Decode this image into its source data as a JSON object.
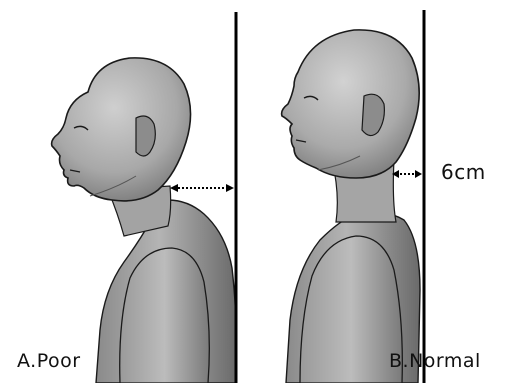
{
  "labels": {
    "figure_a": "A.Poor",
    "figure_b": "B.Normal",
    "distance_b": "6cm"
  },
  "colors": {
    "skin_light": "#c9c9c9",
    "skin_mid": "#a6a6a6",
    "skin_dark": "#6e6e6e",
    "outline": "#1a1a1a",
    "reference_line": "#000000"
  }
}
